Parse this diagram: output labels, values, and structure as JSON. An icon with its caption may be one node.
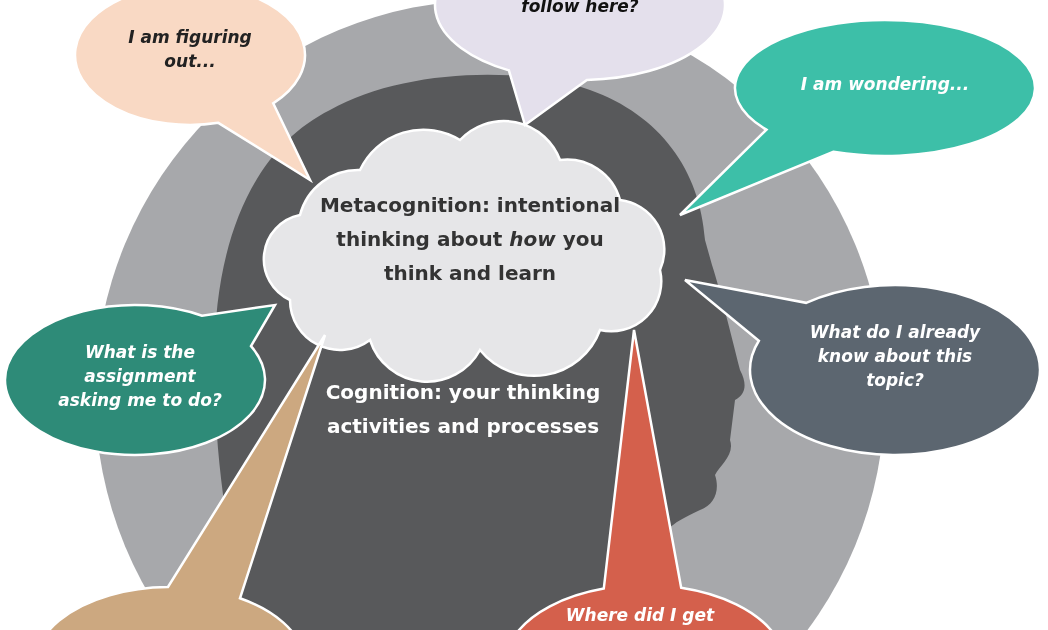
{
  "diagram": {
    "nodes": [
      {
        "text": [
          "Cognition: your thinking activities and processes"
        ]
      },
      {
        "text": [
          "Metacognition: intentional thinking about *how* you think and learn"
        ],
        "in": 0
      },
      {
        "text": [
          "I am figuring out..."
        ]
      },
      {
        "text": [
          "follow here?"
        ]
      },
      {
        "text": [
          "I am wondering..."
        ]
      },
      {
        "text": [
          "What is the assignment asking me to do?"
        ]
      },
      {
        "text": [
          "What do I already know about this topic?"
        ]
      },
      {
        "text": [],
        "shape": "bubble"
      },
      {
        "text": [
          "Where did I get"
        ]
      }
    ]
  }
}
